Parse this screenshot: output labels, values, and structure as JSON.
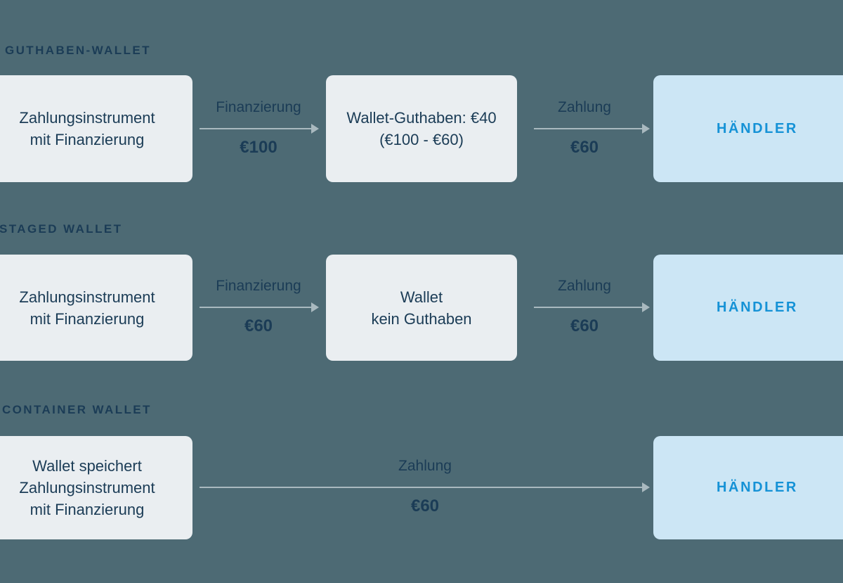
{
  "background_color": "#4d6a74",
  "colors": {
    "box_light": "#eaeef1",
    "box_merchant": "#cce6f5",
    "text_dark": "#1b3c56",
    "merchant_text": "#1592d6",
    "arrow": "#a9b9bf"
  },
  "sections": [
    {
      "header": "GUTHABEN-WALLET",
      "source_box": "Zahlungsinstrument\nmit Finanzierung",
      "middle_box": "Wallet-Guthaben: €40\n(€100 - €60)",
      "merchant_box": "HÄNDLER",
      "flows": [
        {
          "label": "Finanzierung",
          "amount": "€100"
        },
        {
          "label": "Zahlung",
          "amount": "€60"
        }
      ]
    },
    {
      "header": "STAGED WALLET",
      "source_box": "Zahlungsinstrument\nmit Finanzierung",
      "middle_box": "Wallet\nkein Guthaben",
      "merchant_box": "HÄNDLER",
      "flows": [
        {
          "label": "Finanzierung",
          "amount": "€60"
        },
        {
          "label": "Zahlung",
          "amount": "€60"
        }
      ]
    },
    {
      "header": "CONTAINER WALLET",
      "source_box": "Wallet speichert\nZahlungsinstrument\nmit Finanzierung",
      "middle_box": null,
      "merchant_box": "HÄNDLER",
      "flows": [
        {
          "label": "Zahlung",
          "amount": "€60"
        }
      ]
    }
  ]
}
